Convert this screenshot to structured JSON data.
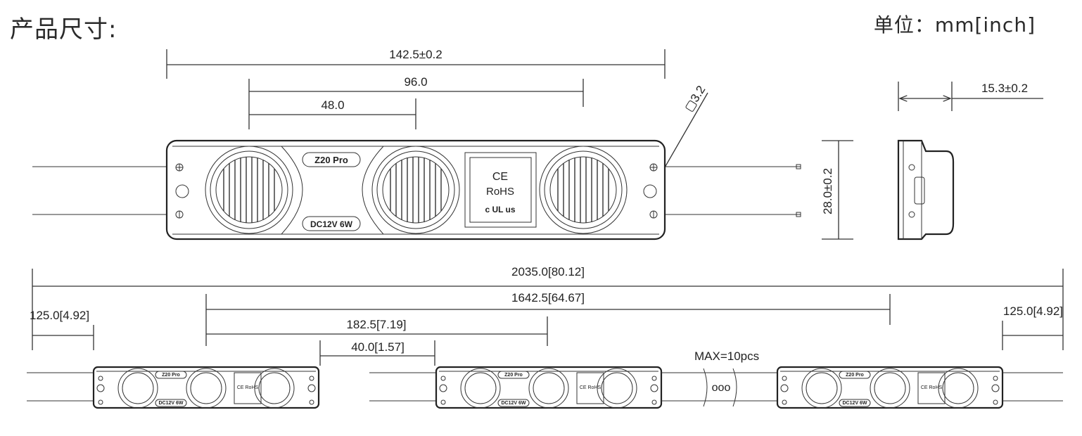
{
  "header": {
    "title": "产品尺寸:",
    "unit": "单位：mm[inch]"
  },
  "top_view": {
    "dim_total": "142.5±0.2",
    "dim_outer_lens": "96.0",
    "dim_half": "48.0",
    "dim_hole": "▢3.2",
    "dim_height": "28.0±0.2",
    "label_model": "Z20 Pro",
    "label_spec": "DC12V 6W",
    "cert_ce": "CE",
    "cert_rohs": "RoHS",
    "cert_ul": "c UL us"
  },
  "side_view": {
    "dim_depth": "15.3±0.2"
  },
  "chain_view": {
    "dim_full": "2035.0[80.12]",
    "dim_span": "1642.5[64.67]",
    "dim_pitch": "182.5[7.19]",
    "dim_gap": "40.0[1.57]",
    "dim_lead_left": "125.0[4.92]",
    "dim_lead_right": "125.0[4.92]",
    "max_note": "MAX=10pcs",
    "ellipsis": "ooo",
    "module_model": "Z20 Pro",
    "module_spec": "DC12V 6W",
    "module_cert": "CE RoHS"
  }
}
